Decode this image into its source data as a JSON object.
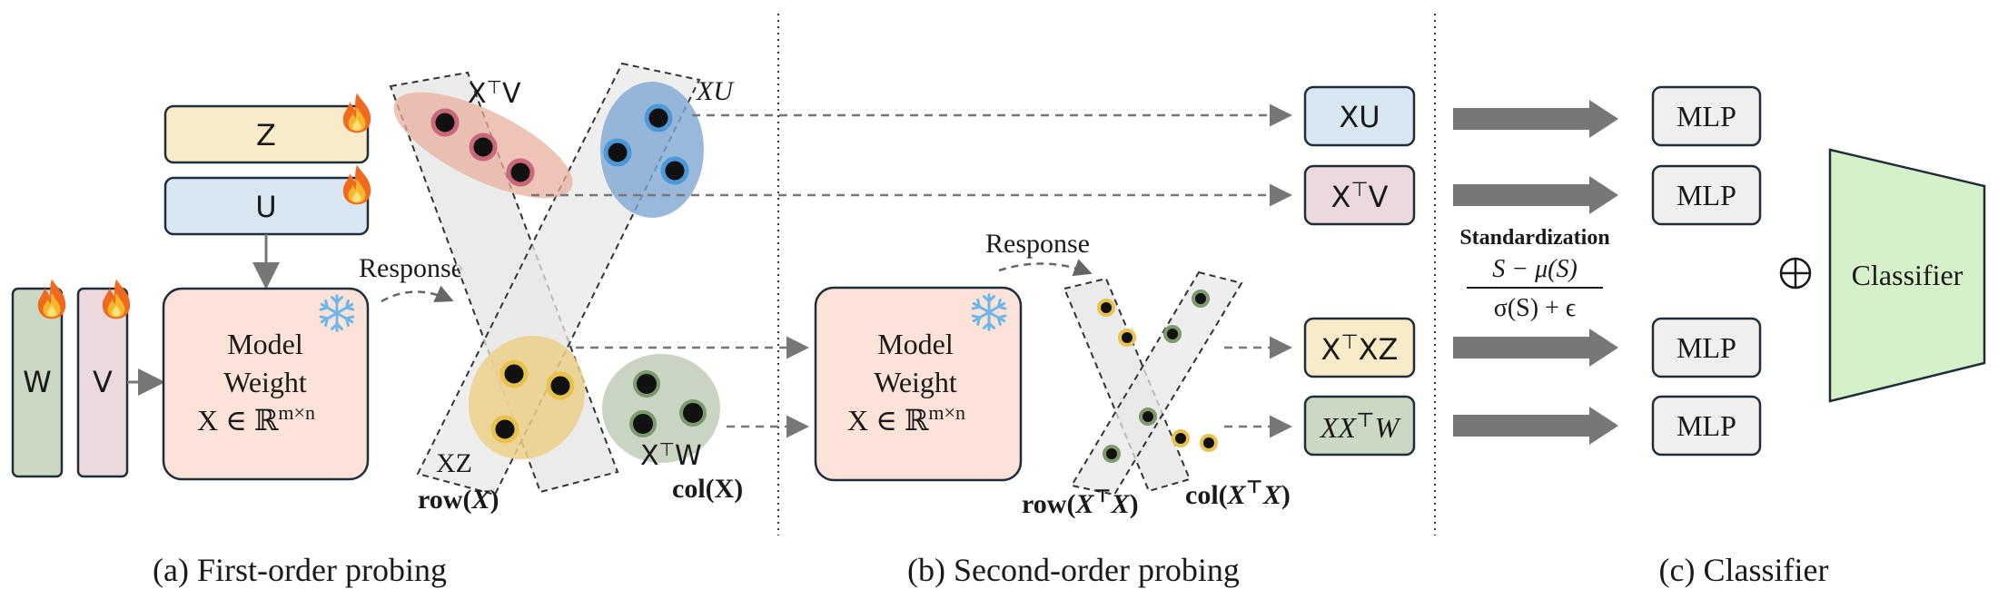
{
  "colors": {
    "z_fill": "#f7ebc8",
    "u_fill": "#d9e7f3",
    "w_fill": "#cbd8c4",
    "v_fill": "#ecd9de",
    "model_fill": "#fbe3d9",
    "out_xu_fill": "#d9e7f3",
    "out_xtv_fill": "#ecd9de",
    "out_xtxz_fill": "#f7ebc8",
    "out_xxtw_fill": "#cbd8c4",
    "mlp_fill": "#efefed",
    "classifier_fill": "#d6f0c9",
    "box_stroke": "#1f2e3a",
    "pink": "#c9687b",
    "blue": "#4e97d8",
    "yellow": "#e8c24a",
    "green": "#7d9a6e",
    "arrow": "#777777",
    "dashed": "#777777"
  },
  "icons": {
    "fire": "fire-icon",
    "snowflake": "snowflake-icon",
    "oplus": "oplus-icon"
  },
  "left": {
    "z_label": "Z",
    "u_label": "U",
    "w_label": "W",
    "v_label": "V",
    "model_line1": "Model",
    "model_line2": "Weight",
    "model_line3": "X ∈ ℝ",
    "model_sup": "m×n",
    "response": "Response",
    "xtv": "X",
    "xtv_sup": "⊤",
    "xtv_tail": "V",
    "xu": "XU",
    "xz": "XZ",
    "xtw": "X",
    "xtw_sup": "⊤",
    "xtw_tail": "W",
    "row_label": "row(",
    "row_x": "X",
    "row_close": ")",
    "col_label": "col(X)",
    "caption": "(a) First-order probing"
  },
  "middle": {
    "response": "Response",
    "model_line1": "Model",
    "model_line2": "Weight",
    "model_line3": "X ∈ ℝ",
    "model_sup": "m×n",
    "row_label": "row(",
    "row_x": "X",
    "row_sup": "⊤",
    "row_x2": "X",
    "row_close": ")",
    "col_label": "col(",
    "col_x": "X",
    "col_sup": "⊤",
    "col_x2": "X",
    "col_close": ")",
    "caption": "(b) Second-order probing"
  },
  "outputs": {
    "xu": "XU",
    "xtv_a": "X",
    "xtv_sup": "⊤",
    "xtv_b": "V",
    "xtxz_a": "X",
    "xtxz_sup": "⊤",
    "xtxz_b": "XZ",
    "xxtw_a": "XX",
    "xxtw_sup": "⊤",
    "xxtw_b": "W"
  },
  "right": {
    "standardization": "Standardization",
    "numerator": "S − μ(S)",
    "denominator": "σ(S) + ϵ",
    "mlp": "MLP",
    "classifier": "Classifier",
    "caption": "(c) Classifier"
  }
}
